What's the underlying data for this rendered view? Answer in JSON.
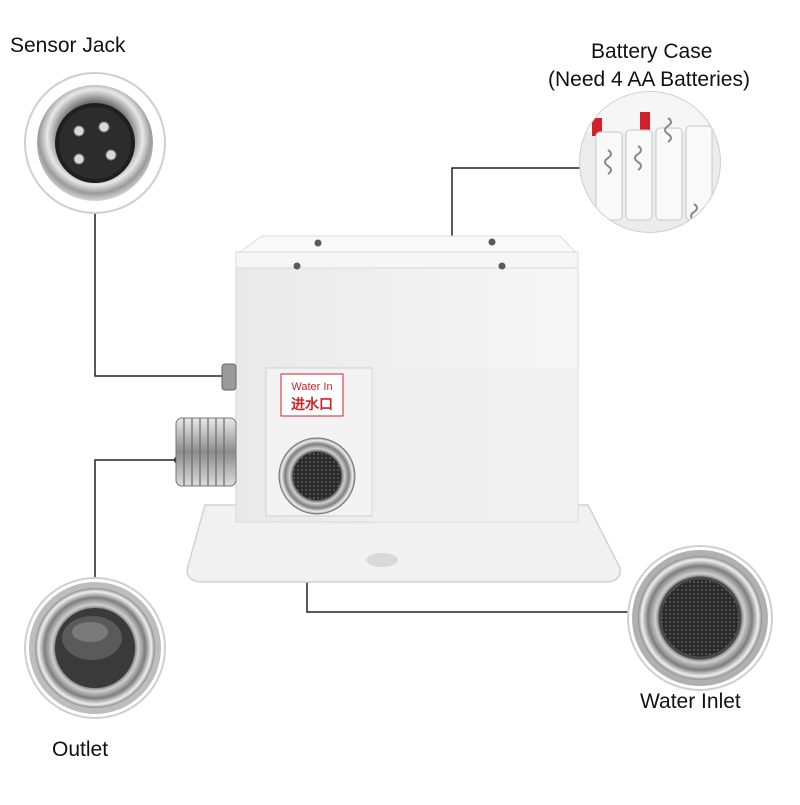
{
  "callouts": {
    "sensor_jack": "Sensor Jack",
    "battery_case_line1": "Battery Case",
    "battery_case_line2": "(Need 4 AA Batteries)",
    "outlet": "Outlet",
    "water_inlet": "Water Inlet"
  },
  "decal": {
    "english": "Water In",
    "chinese": "进水口"
  },
  "colors": {
    "body": "#f4f4f4",
    "leader": "#222222",
    "decal_red": "#d4202a"
  }
}
